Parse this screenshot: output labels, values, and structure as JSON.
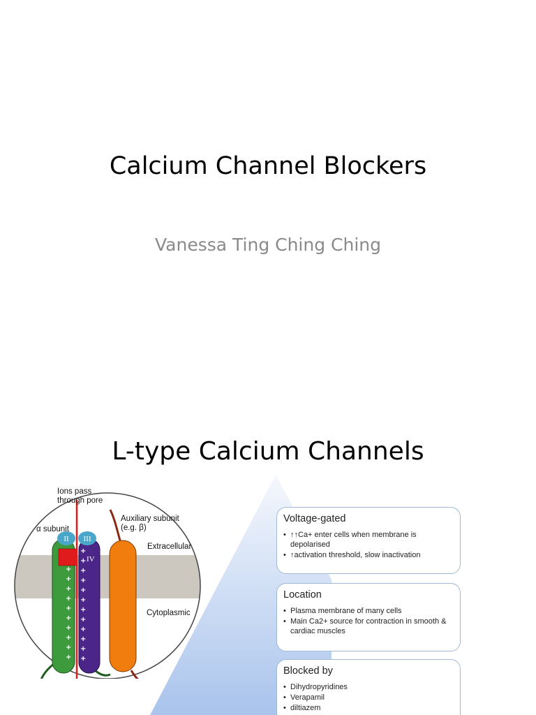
{
  "slide1": {
    "title": "Calcium Channel Blockers",
    "subtitle": "Vanessa Ting Ching Ching"
  },
  "slide2": {
    "title": "L-type Calcium Channels",
    "diagram": {
      "label_ions": [
        "Ions pass",
        "through pore"
      ],
      "label_alpha": "α subunit",
      "label_aux": [
        "Auxiliary subunit",
        "(e.g. β)"
      ],
      "label_extracellular": "Extracellular",
      "label_cytoplasmic": "Cytoplasmic",
      "domain_II": "II",
      "domain_III": "III",
      "domain_IV": "IV",
      "colors": {
        "membrane": "#ccc8c0",
        "alpha_green": "#3d9a3d",
        "alpha_purple": "#4b2588",
        "domain_cap": "#4aa6c8",
        "auxiliary": "#f07d0e",
        "pore_red": "#e01b1b"
      }
    },
    "boxes": [
      {
        "heading": "Voltage-gated",
        "bullets": [
          "↑↑Ca+ enter cells when membrane is depolarised",
          "↑activation threshold, slow inactivation"
        ]
      },
      {
        "heading": "Location",
        "bullets": [
          "Plasma membrane of many cells",
          "Main Ca2+ source for contraction in smooth & cardiac muscles"
        ]
      },
      {
        "heading": "Blocked by",
        "bullets": [
          "Dihydropyridines",
          "Verapamil",
          "diltiazem"
        ]
      }
    ]
  }
}
